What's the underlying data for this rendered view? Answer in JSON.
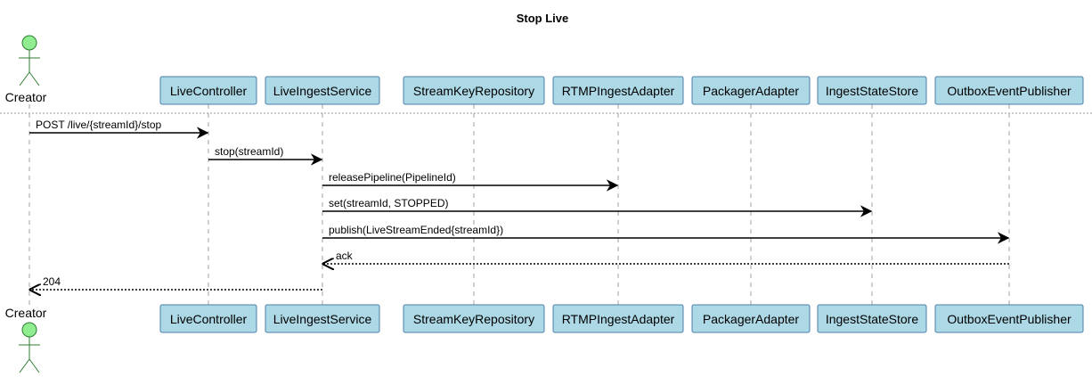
{
  "title": "Stop Live",
  "colors": {
    "participant_fill": "#add8e6",
    "participant_border": "#4a7fa8",
    "actor_fill": "#90ee90",
    "lifeline": "#a0a0a0"
  },
  "participants": [
    {
      "id": "creator",
      "label": "Creator",
      "kind": "actor"
    },
    {
      "id": "livecontroller",
      "label": "LiveController",
      "kind": "participant"
    },
    {
      "id": "liveingestservice",
      "label": "LiveIngestService",
      "kind": "participant"
    },
    {
      "id": "streamkeyrepository",
      "label": "StreamKeyRepository",
      "kind": "participant"
    },
    {
      "id": "rtmpingestadapter",
      "label": "RTMPIngestAdapter",
      "kind": "participant"
    },
    {
      "id": "packageradapter",
      "label": "PackagerAdapter",
      "kind": "participant"
    },
    {
      "id": "ingeststatestore",
      "label": "IngestStateStore",
      "kind": "participant"
    },
    {
      "id": "outboxeventpublisher",
      "label": "OutboxEventPublisher",
      "kind": "participant"
    }
  ],
  "messages": [
    {
      "from": "creator",
      "to": "livecontroller",
      "label": "POST /live/{streamId}/stop",
      "style": "solid"
    },
    {
      "from": "livecontroller",
      "to": "liveingestservice",
      "label": "stop(streamId)",
      "style": "solid"
    },
    {
      "from": "liveingestservice",
      "to": "rtmpingestadapter",
      "label": "releasePipeline(PipelineId)",
      "style": "solid"
    },
    {
      "from": "liveingestservice",
      "to": "ingeststatestore",
      "label": "set(streamId, STOPPED)",
      "style": "solid"
    },
    {
      "from": "liveingestservice",
      "to": "outboxeventpublisher",
      "label": "publish(LiveStreamEnded{streamId})",
      "style": "solid"
    },
    {
      "from": "outboxeventpublisher",
      "to": "liveingestservice",
      "label": "ack",
      "style": "dashed"
    },
    {
      "from": "liveingestservice",
      "to": "creator",
      "label": "204",
      "style": "dashed"
    }
  ]
}
